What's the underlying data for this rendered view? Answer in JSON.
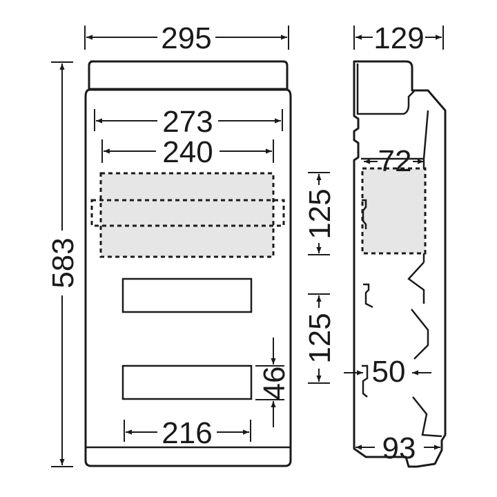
{
  "dimensions": {
    "overall_width": "295",
    "inner_width": "273",
    "module_width": "240",
    "window_width": "216",
    "overall_height": "583",
    "row_pitch_upper": "125",
    "row_pitch_lower": "125",
    "window_height": "46",
    "overall_depth": "129",
    "inner_depth": "72",
    "rail_depth": "50",
    "base_depth": "93"
  },
  "colors": {
    "line": "#1a1a1a",
    "fill_gray": "#e6e6e6",
    "background": "#ffffff"
  }
}
